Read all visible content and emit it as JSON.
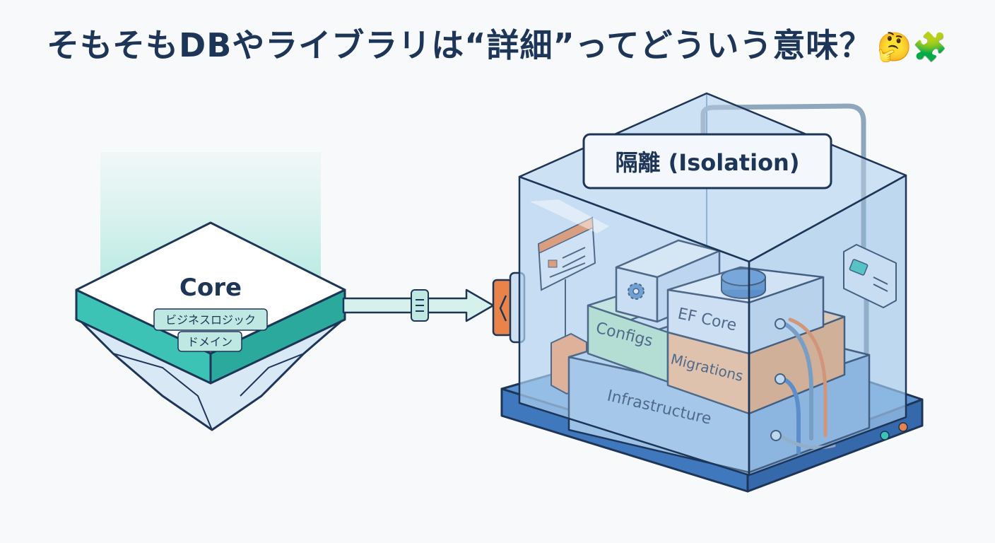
{
  "title": {
    "text": "そもそもDBやライブラリは“詳細”ってどういう意味？",
    "emoji": "🤔🧩"
  },
  "core": {
    "label": "Core",
    "tags": [
      "ビジネスロジック",
      "ドメイン"
    ]
  },
  "isolation": {
    "label": "隔離 (Isolation)"
  },
  "blocks": {
    "ef_core": "EF Core",
    "configs": "Configs",
    "migrations": "Migrations",
    "infrastructure": "Infrastructure"
  },
  "colors": {
    "title": "#1d3557",
    "core_band": "#3cc3b5",
    "glass": "#9cc4e8",
    "base": "#4f86c6",
    "orange": "#e9834a"
  }
}
